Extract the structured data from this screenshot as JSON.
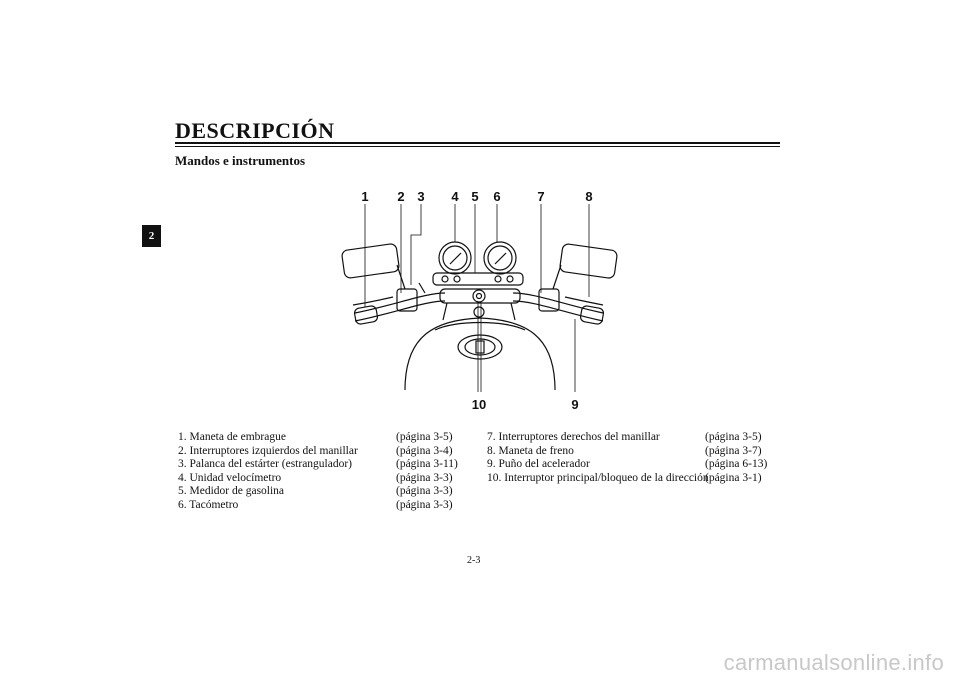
{
  "header": {
    "chapter_title": "DESCRIPCIÓN",
    "section_title": "Mandos e instrumentos",
    "chapter_tab": "2"
  },
  "figure": {
    "callouts": [
      "1",
      "2",
      "3",
      "4",
      "5",
      "6",
      "7",
      "8",
      "9",
      "10"
    ]
  },
  "legend": {
    "left": [
      {
        "name": "1. Maneta de embrague",
        "page": "(página 3-5)"
      },
      {
        "name": "2. Interruptores izquierdos del manillar",
        "page": "(página 3-4)"
      },
      {
        "name": "3. Palanca del estárter (estrangulador)",
        "page": "(página 3-11)"
      },
      {
        "name": "4. Unidad velocímetro",
        "page": "(página 3-3)"
      },
      {
        "name": "5. Medidor de gasolina",
        "page": "(página 3-3)"
      },
      {
        "name": "6. Tacómetro",
        "page": "(página 3-3)"
      }
    ],
    "right": [
      {
        "name": "7. Interruptores derechos del manillar",
        "page": "(página 3-5)"
      },
      {
        "name": "8. Maneta de freno",
        "page": "(página 3-7)"
      },
      {
        "name": "9. Puño del acelerador",
        "page": "(página 6-13)"
      },
      {
        "name": "10. Interruptor principal/bloqueo de la dirección",
        "page": "(página 3-1)"
      }
    ]
  },
  "footer": {
    "page_number": "2-3",
    "watermark": "carmanualsonline.info"
  }
}
